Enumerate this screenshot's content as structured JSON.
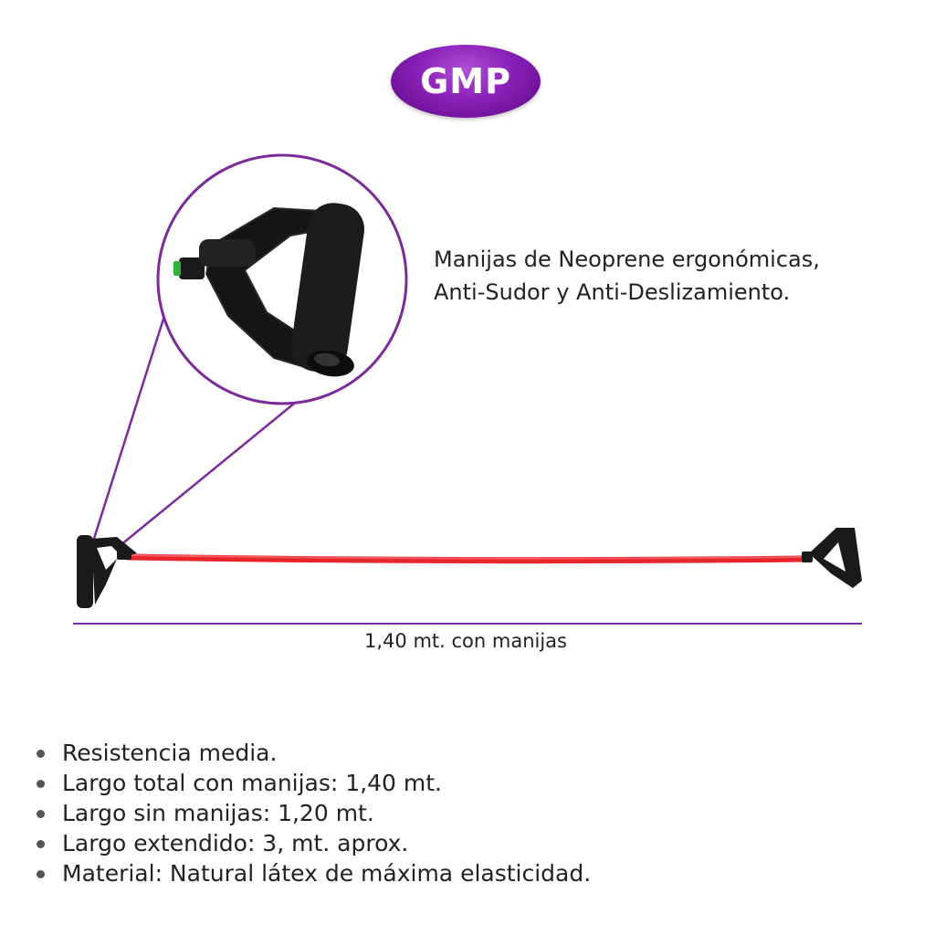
{
  "brand": {
    "logo_text": "GMP",
    "color": "#8a1fb8"
  },
  "callout": {
    "line1": "Manijas de Neoprene ergonómicas,",
    "line2": "Anti-Sudor y Anti-Deslizamiento."
  },
  "measure": {
    "label": "1,40 mt. con manijas"
  },
  "specs": [
    "Resistencia media.",
    "Largo total con manijas: 1,40 mt.",
    "Largo sin manijas: 1,20 mt.",
    "Largo extendido: 3, mt. aprox.",
    "Material: Natural látex de máxima elasticidad."
  ],
  "colors": {
    "accent": "#7b2a9a",
    "band": "#e8252b",
    "handle": "#1a1a1a"
  }
}
